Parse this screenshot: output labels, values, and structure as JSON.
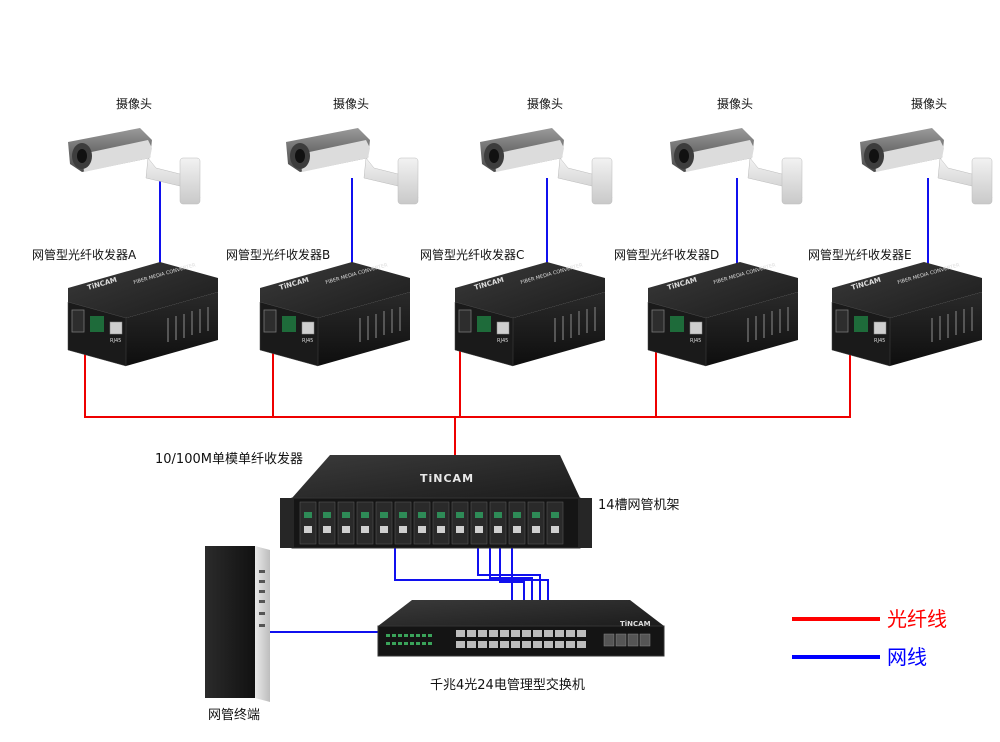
{
  "cameras": [
    {
      "label": "摄像头"
    },
    {
      "label": "摄像头"
    },
    {
      "label": "摄像头"
    },
    {
      "label": "摄像头"
    },
    {
      "label": "摄像头"
    }
  ],
  "converters": [
    {
      "label": "网管型光纤收发器A"
    },
    {
      "label": "网管型光纤收发器B"
    },
    {
      "label": "网管型光纤收发器C"
    },
    {
      "label": "网管型光纤收发器D"
    },
    {
      "label": "网管型光纤收发器E"
    }
  ],
  "converter_panel": {
    "brand": "TiNCAM",
    "top_text": "FIBER MEDIA CONVERTER",
    "port_label": "RJ45"
  },
  "rack": {
    "label": "14槽网管机架",
    "brand": "TiNCAM",
    "caption": "10/100M单模单纤收发器"
  },
  "switch": {
    "label": "千兆4光24电管理型交换机",
    "brand": "TiNCAM"
  },
  "terminal": {
    "label": "网管终端"
  },
  "legend": {
    "fiber": {
      "label": "光纤线",
      "color": "#ff0000"
    },
    "network": {
      "label": "网线",
      "color": "#0000ff"
    }
  }
}
